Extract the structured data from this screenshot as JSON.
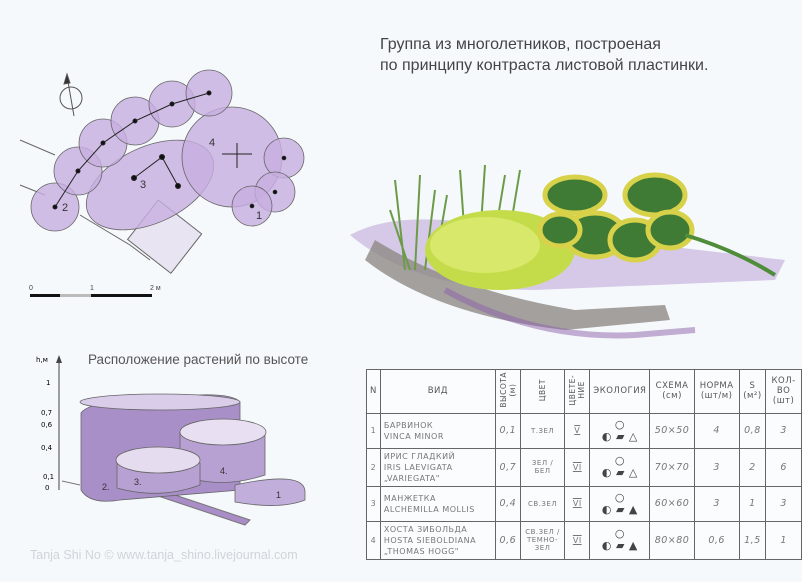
{
  "title": [
    "Группа из многолетников, построеная",
    "по принципу контраста листовой пластинки."
  ],
  "plan": {
    "plant_labels": [
      "1",
      "2",
      "3",
      "4"
    ],
    "scale_labels": [
      "0",
      "1",
      "2 м"
    ]
  },
  "height_diagram": {
    "title": "Расположение растений по высоте",
    "axis_label": "h,м",
    "ticks": [
      "1",
      "0,7",
      "0,6",
      "0,4",
      "0,1",
      "0"
    ],
    "plant_labels": [
      "1",
      "2.",
      "3.",
      "4."
    ]
  },
  "table": {
    "headers": [
      "N",
      "ВИД",
      "ВЫСОТА (м)",
      "ЦВЕТ",
      "ЦВЕТЕ-НИЕ",
      "ЭКОЛОГИЯ",
      "СХЕМА (см)",
      "НОРМА (шт/м)",
      "S (м²)",
      "КОЛ-ВО (шт)"
    ],
    "rows": [
      {
        "n": "1",
        "name_ru": "БАРВИНОК",
        "name_lat": "VINCA MINOR",
        "cultivar": "",
        "height": "0,1",
        "color": "Т.ЗЕЛ",
        "bloom": "V",
        "scheme": "50×50",
        "norm": "4",
        "area": "0,8",
        "qty": "3"
      },
      {
        "n": "2",
        "name_ru": "ИРИС ГЛАДКИЙ",
        "name_lat": "IRIS LAEVIGATA",
        "cultivar": "„VARIEGATA\"",
        "height": "0,7",
        "color": "ЗЕЛ / БЕЛ",
        "bloom": "VI",
        "scheme": "70×70",
        "norm": "3",
        "area": "2",
        "qty": "6"
      },
      {
        "n": "3",
        "name_ru": "МАНЖЕТКА",
        "name_lat": "ALCHEMILLA MOLLIS",
        "cultivar": "",
        "height": "0,4",
        "color": "СВ.ЗЕЛ",
        "bloom": "VI",
        "scheme": "60×60",
        "norm": "3",
        "area": "1",
        "qty": "3"
      },
      {
        "n": "4",
        "name_ru": "ХОСТА ЗИБОЛЬДА",
        "name_lat": "HOSTA SIEBOLDIANA",
        "cultivar": "„THOMAS HOGG\"",
        "height": "0,6",
        "color": "СВ.ЗЕЛ / ТЕМНО-ЗЕЛ",
        "bloom": "VI",
        "scheme": "80×80",
        "norm": "0,6",
        "area": "1,5",
        "qty": "1"
      }
    ]
  },
  "watermark": "Tanja Shi No © www.tanja_shino.livejournal.com",
  "colors": {
    "lilac": "#c7aee0",
    "lilac_dark": "#9f82bf",
    "leaf_green": "#4f8d3a",
    "lime": "#c7dc4a"
  }
}
